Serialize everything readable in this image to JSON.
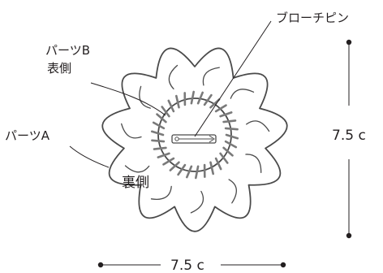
{
  "labels": {
    "brooch_pin": "ブローチピン",
    "part_b_line1": "パーツB",
    "part_b_line2": "表側",
    "part_a": "パーツA",
    "back_side": "裏側",
    "height_dim": "7.5 c",
    "width_dim": "7.5 c"
  },
  "colors": {
    "outline": "#4a4a4a",
    "stitch": "#7a7a7a",
    "text": "#231f20"
  },
  "icons": {
    "pin": "brooch-pin-icon",
    "dimension_end": "dimension-dot-icon"
  }
}
